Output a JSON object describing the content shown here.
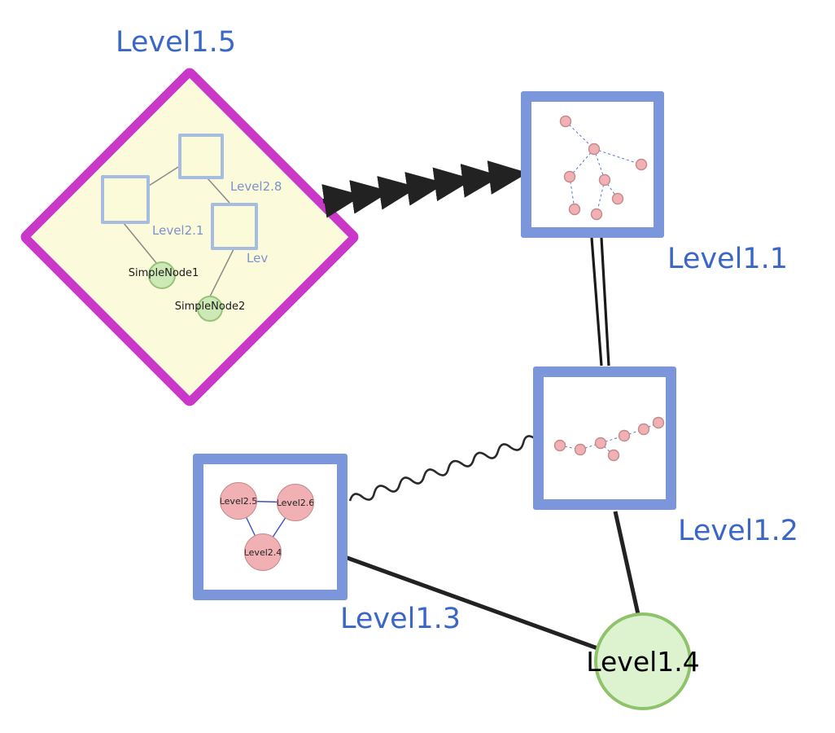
{
  "diagram": {
    "background": "#ffffff",
    "colors": {
      "label_blue": "#3a66c8",
      "inner_label_blue": "#7d92c9",
      "diamond_border": "#c938c9",
      "diamond_fill": "#fbfbdb",
      "box_border": "#7b96db",
      "green_fill": "#ddf2cf",
      "green_border": "#8fc36b",
      "pink_fill": "#f0b0b4",
      "pink_border": "#c48a8a",
      "edge_black": "#222222",
      "mini_edge_blue": "#5577cc"
    },
    "nodes": {
      "level15": {
        "label": "Level1.5",
        "type": "diamond-group"
      },
      "level11": {
        "label": "Level1.1",
        "type": "framed-box"
      },
      "level12": {
        "label": "Level1.2",
        "type": "framed-box"
      },
      "level13": {
        "label": "Level1.3",
        "type": "framed-box"
      },
      "level14": {
        "label": "Level1.4",
        "type": "circle"
      },
      "level28": {
        "label": "Level2.8",
        "type": "square"
      },
      "level21": {
        "label": "Level2.1",
        "type": "square"
      },
      "lev": {
        "label": "Lev",
        "type": "square"
      },
      "simplenode1": {
        "label": "SimpleNode1",
        "type": "small-circle"
      },
      "simplenode2": {
        "label": "SimpleNode2",
        "type": "small-circle"
      },
      "level25": {
        "label": "Level2.5",
        "type": "pink-circle"
      },
      "level26": {
        "label": "Level2.6",
        "type": "pink-circle"
      },
      "level24": {
        "label": "Level2.4",
        "type": "pink-circle"
      }
    },
    "edges": [
      {
        "from": "level15",
        "to": "level11",
        "style": "dashed-arrow"
      },
      {
        "from": "level11",
        "to": "level12",
        "style": "double-line"
      },
      {
        "from": "level13",
        "to": "level12",
        "style": "wavy"
      },
      {
        "from": "level13",
        "to": "level14",
        "style": "solid"
      },
      {
        "from": "level12",
        "to": "level14",
        "style": "solid"
      },
      {
        "from": "level21",
        "to": "level28",
        "style": "thin-gray"
      },
      {
        "from": "level28",
        "to": "lev",
        "style": "thin-gray"
      },
      {
        "from": "level21",
        "to": "simplenode1",
        "style": "thin-gray"
      },
      {
        "from": "lev",
        "to": "simplenode2",
        "style": "thin-gray"
      }
    ]
  }
}
